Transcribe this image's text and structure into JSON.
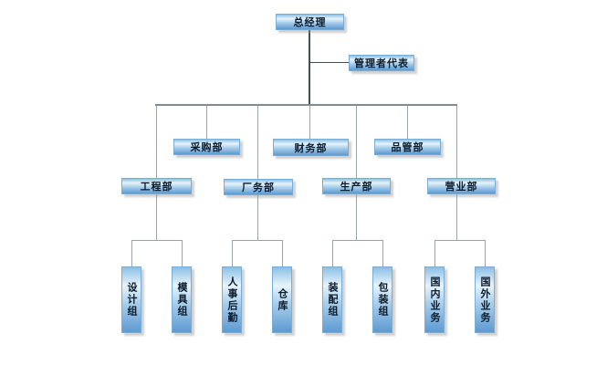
{
  "org_chart": {
    "nodes": {
      "general_manager": "总经理",
      "management_rep": "管理者代表",
      "purchasing": "采购部",
      "finance": "财务部",
      "quality": "品管部",
      "engineering": "工程部",
      "factory_affairs": "厂务部",
      "production": "生产部",
      "sales": "营业部",
      "design_team": "设计组",
      "mold_team": "模具组",
      "hr_logistics": "人事后勤",
      "warehouse": "仓库",
      "assembly_team": "装配组",
      "packaging_team": "包装组",
      "domestic_business": "国内业务",
      "overseas_business": "国外业务"
    },
    "hierarchy": {
      "root": "general_manager",
      "staff_of_root": [
        "management_rep"
      ],
      "children": {
        "general_manager": [
          "engineering",
          "purchasing",
          "factory_affairs",
          "finance",
          "production",
          "quality",
          "sales"
        ],
        "engineering": [
          "design_team",
          "mold_team"
        ],
        "factory_affairs": [
          "hr_logistics",
          "warehouse"
        ],
        "production": [
          "assembly_team",
          "packaging_team"
        ],
        "sales": [
          "domestic_business",
          "overseas_business"
        ]
      }
    },
    "colors": {
      "background": "#ffffff",
      "box_gradient_top": "#8cc0e5",
      "box_gradient_highlight": "#e7f4fc",
      "box_gradient_bottom": "#5d9ad1",
      "box_border": "#7aadd6",
      "text": "#0b1b2b",
      "trunk_line": "#3f4f5b",
      "splitter_line": "#7d8c98",
      "branch_line": "#9aa3aa"
    }
  }
}
